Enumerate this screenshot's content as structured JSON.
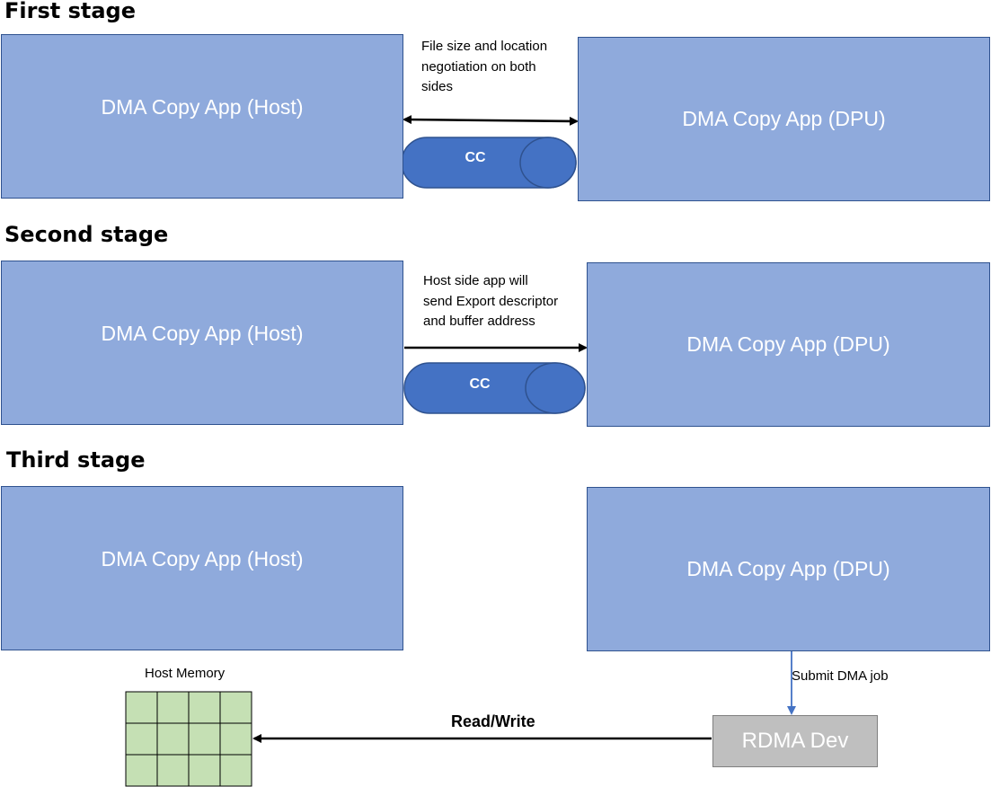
{
  "stages": [
    {
      "title": "First stage",
      "host_label": "DMA Copy App (Host)",
      "dpu_label": "DMA Copy App (DPU)",
      "note_lines": [
        "File size and location",
        "negotiation on both",
        "sides"
      ],
      "channel_label": "CC"
    },
    {
      "title": "Second stage",
      "host_label": "DMA Copy App (Host)",
      "dpu_label": "DMA Copy App (DPU)",
      "note_lines": [
        "Host side app will",
        "send Export descriptor",
        "and buffer address"
      ],
      "channel_label": "CC"
    },
    {
      "title": "Third stage",
      "host_label": "DMA Copy App (Host)",
      "dpu_label": "DMA Copy App (DPU)"
    }
  ],
  "host_memory": {
    "label": "Host Memory",
    "rows": 3,
    "cols": 4
  },
  "submit_label": "Submit DMA job",
  "rdma_label": "RDMA Dev",
  "read_write_label": "Read/Write",
  "colors": {
    "app_box_fill": "#8faadc",
    "app_box_border": "#2f528f",
    "channel_fill": "#4472c4",
    "memory_cell_fill": "#c5e0b4",
    "rdma_fill": "#bfbfbf",
    "submit_arrow": "#4472c4"
  }
}
